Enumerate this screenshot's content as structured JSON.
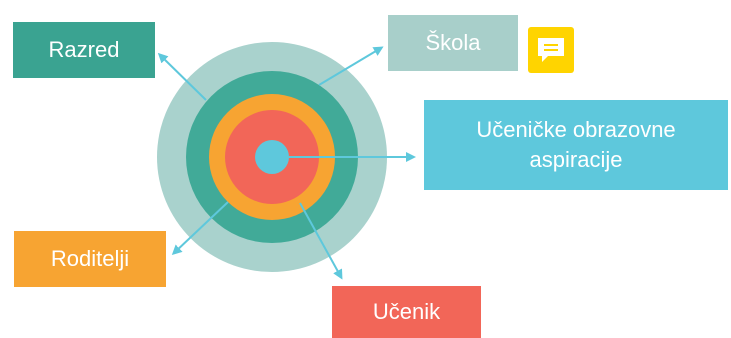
{
  "colors": {
    "outer_ring": "#a9d2cd",
    "teal_ring": "#41aa98",
    "orange_ring": "#f7a432",
    "red_core": "#f26658",
    "center_dot": "#5ec8dc",
    "arrow": "#5ec8dc",
    "razred_box": "#3aa391",
    "skola_box": "#a8cfca",
    "ucenicke_box": "#5ec8dc",
    "roditelji_box": "#f7a432",
    "ucenik_box": "#f26658",
    "note_icon": "#ffd400"
  },
  "labels": {
    "razred": "Razred",
    "skola": "Škola",
    "ucenicke_line1": "Učeničke obrazovne",
    "ucenicke_line2": "aspiracije",
    "roditelji": "Roditelji",
    "ucenik": "Učenik"
  },
  "icons": {
    "note": "comment-note-icon"
  }
}
